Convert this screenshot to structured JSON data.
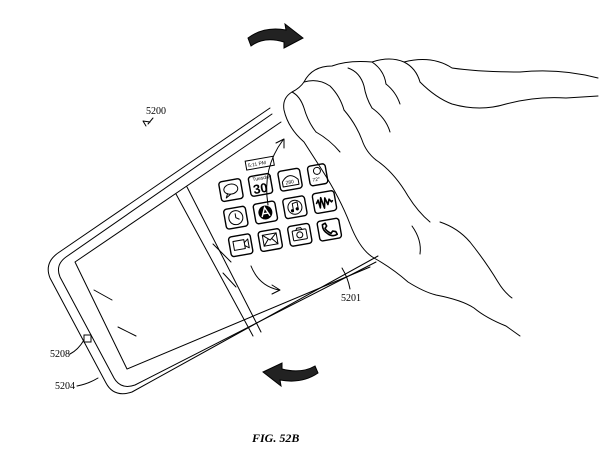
{
  "figure": {
    "caption": "FIG. 52B",
    "device_ref": "5200",
    "ref_button": "5208",
    "ref_housing": "5204",
    "ref_display": "5201"
  },
  "screen": {
    "time": "5:11 PM",
    "calendar_day": "Tuesday",
    "calendar_date": "30",
    "speed_badge": "280",
    "weather_temp": "72°"
  },
  "icons": [
    "speech-bubble-icon",
    "calendar-icon",
    "speedometer-icon",
    "weather-icon",
    "clock-icon",
    "app-store-icon",
    "music-icon",
    "voice-memo-icon",
    "video-camera-icon",
    "mail-icon",
    "camera-icon",
    "phone-icon"
  ]
}
